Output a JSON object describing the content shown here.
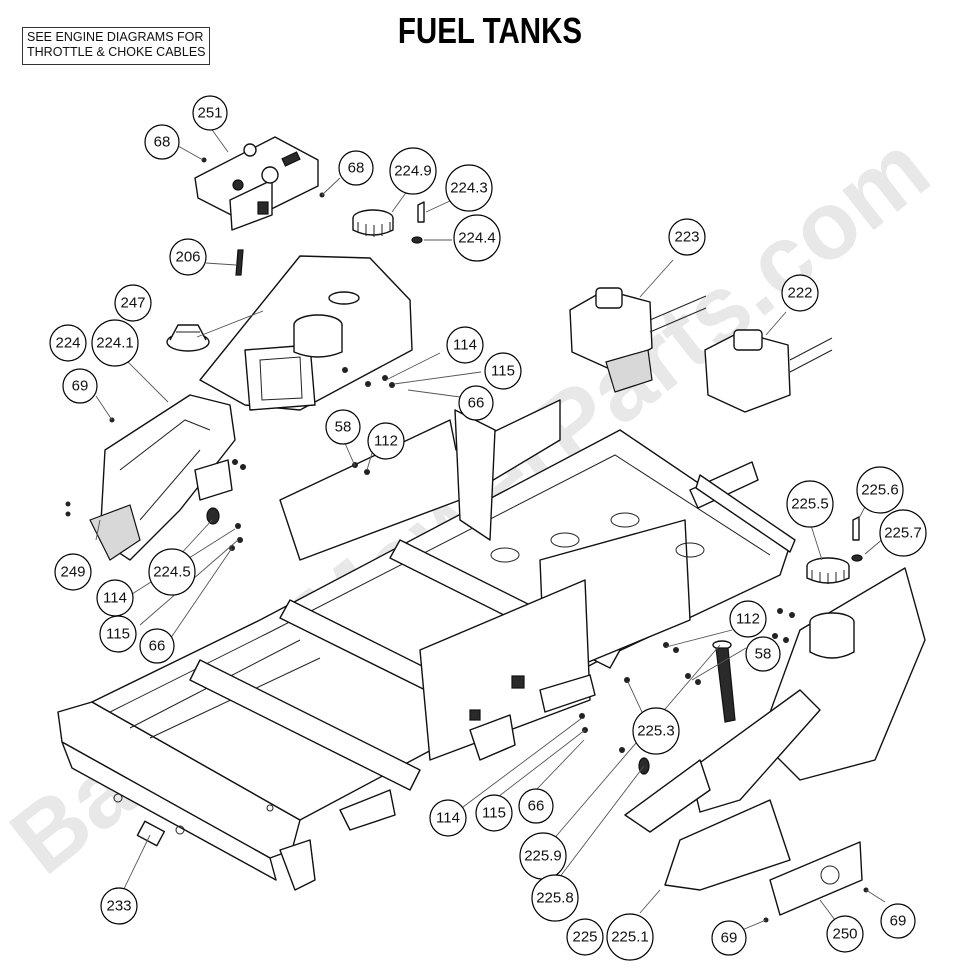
{
  "title": "FUEL TANKS",
  "note": {
    "line1": "SEE ENGINE DIAGRAMS FOR",
    "line2": "THROTTLE & CHOKE CABLES"
  },
  "watermark": "BadBoyMowerParts.com",
  "callouts": [
    {
      "id": "c251",
      "label": "251"
    },
    {
      "id": "c68a",
      "label": "68"
    },
    {
      "id": "c68b",
      "label": "68"
    },
    {
      "id": "c2249",
      "label": "224.9"
    },
    {
      "id": "c2243",
      "label": "224.3"
    },
    {
      "id": "c2244",
      "label": "224.4"
    },
    {
      "id": "c206",
      "label": "206"
    },
    {
      "id": "c247",
      "label": "247"
    },
    {
      "id": "c224",
      "label": "224"
    },
    {
      "id": "c2241",
      "label": "224.1"
    },
    {
      "id": "c69a",
      "label": "69"
    },
    {
      "id": "c114a",
      "label": "114"
    },
    {
      "id": "c115a",
      "label": "115"
    },
    {
      "id": "c66a",
      "label": "66"
    },
    {
      "id": "c58a",
      "label": "58"
    },
    {
      "id": "c112a",
      "label": "112"
    },
    {
      "id": "c223",
      "label": "223"
    },
    {
      "id": "c222",
      "label": "222"
    },
    {
      "id": "c2255",
      "label": "225.5"
    },
    {
      "id": "c2256",
      "label": "225.6"
    },
    {
      "id": "c2257",
      "label": "225.7"
    },
    {
      "id": "c249",
      "label": "249"
    },
    {
      "id": "c2245",
      "label": "224.5"
    },
    {
      "id": "c114b",
      "label": "114"
    },
    {
      "id": "c115b",
      "label": "115"
    },
    {
      "id": "c66b",
      "label": "66"
    },
    {
      "id": "c112b",
      "label": "112"
    },
    {
      "id": "c58b",
      "label": "58"
    },
    {
      "id": "c2253",
      "label": "225.3"
    },
    {
      "id": "c114c",
      "label": "114"
    },
    {
      "id": "c115c",
      "label": "115"
    },
    {
      "id": "c66c",
      "label": "66"
    },
    {
      "id": "c2259",
      "label": "225.9"
    },
    {
      "id": "c2258",
      "label": "225.8"
    },
    {
      "id": "c233",
      "label": "233"
    },
    {
      "id": "c225",
      "label": "225"
    },
    {
      "id": "c2251",
      "label": "225.1"
    },
    {
      "id": "c69b",
      "label": "69"
    },
    {
      "id": "c250",
      "label": "250"
    },
    {
      "id": "c69c",
      "label": "69"
    }
  ]
}
